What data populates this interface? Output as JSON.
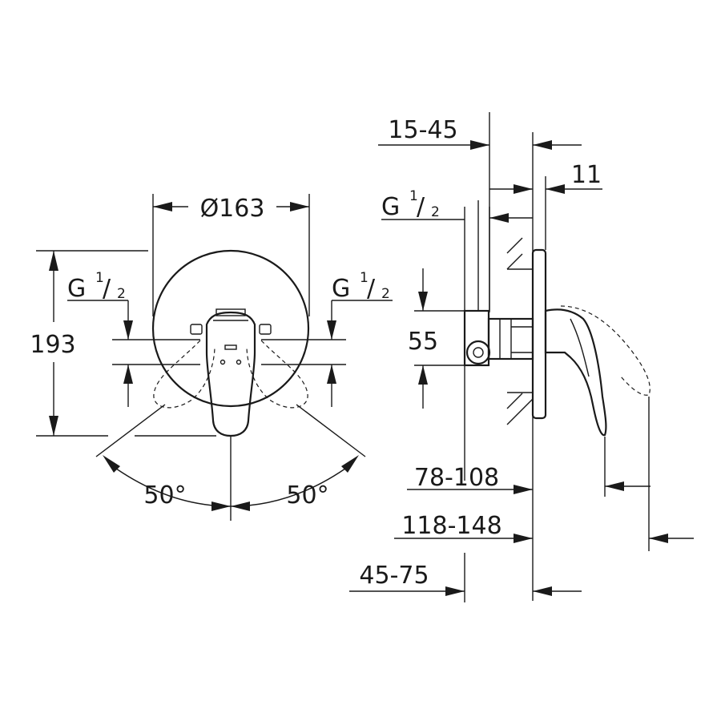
{
  "front_view": {
    "diameter_label": "Ø163",
    "height_label": "193",
    "inlet_left_label": {
      "G": "G",
      "num": "1",
      "den": "2"
    },
    "inlet_right_label": {
      "G": "G",
      "num": "1",
      "den": "2"
    },
    "angle_left_label": "50°",
    "angle_right_label": "50°"
  },
  "side_view": {
    "depth_15_45": "15-45",
    "plate_11": "11",
    "inlet_label": {
      "G": "G",
      "num": "1",
      "den": "2"
    },
    "spacing_55": "55",
    "dim_78_108": "78-108",
    "dim_118_148": "118-148",
    "dim_45_75": "45-75"
  }
}
